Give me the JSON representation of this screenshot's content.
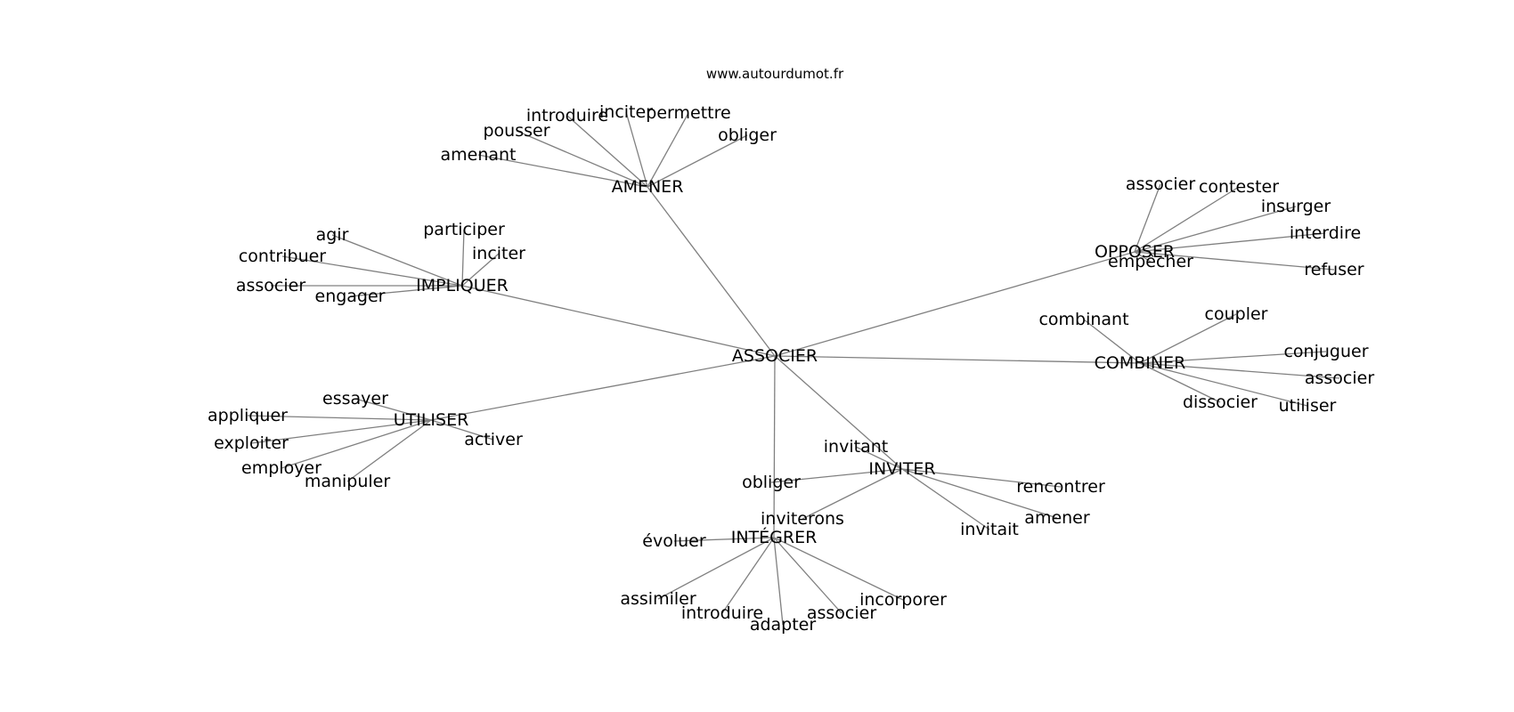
{
  "watermark": "www.autourdumot.fr",
  "colors": {
    "edge": "#808080",
    "text": "#000000",
    "background": "#ffffff"
  },
  "center": "ASSOCIER",
  "clusters": [
    {
      "hub": "AMENER",
      "words": [
        "amenant",
        "pousser",
        "introduire",
        "inciter",
        "permettre",
        "obliger"
      ]
    },
    {
      "hub": "IMPLIQUER",
      "words": [
        "agir",
        "contribuer",
        "associer",
        "engager",
        "participer",
        "inciter"
      ]
    },
    {
      "hub": "UTILISER",
      "words": [
        "essayer",
        "appliquer",
        "exploiter",
        "employer",
        "manipuler",
        "activer"
      ]
    },
    {
      "hub": "INTÉGRER",
      "words": [
        "évoluer",
        "assimiler",
        "introduire",
        "adapter",
        "associer",
        "incorporer"
      ]
    },
    {
      "hub": "INVITER",
      "words": [
        "invitant",
        "obliger",
        "inviterons",
        "invitait",
        "amener",
        "rencontrer"
      ]
    },
    {
      "hub": "COMBINER",
      "words": [
        "combinant",
        "coupler",
        "conjuguer",
        "associer",
        "utiliser",
        "dissocier"
      ]
    },
    {
      "hub": "OPPOSER",
      "words": [
        "associer",
        "contester",
        "insurger",
        "interdire",
        "refuser",
        "empêcher"
      ]
    }
  ]
}
